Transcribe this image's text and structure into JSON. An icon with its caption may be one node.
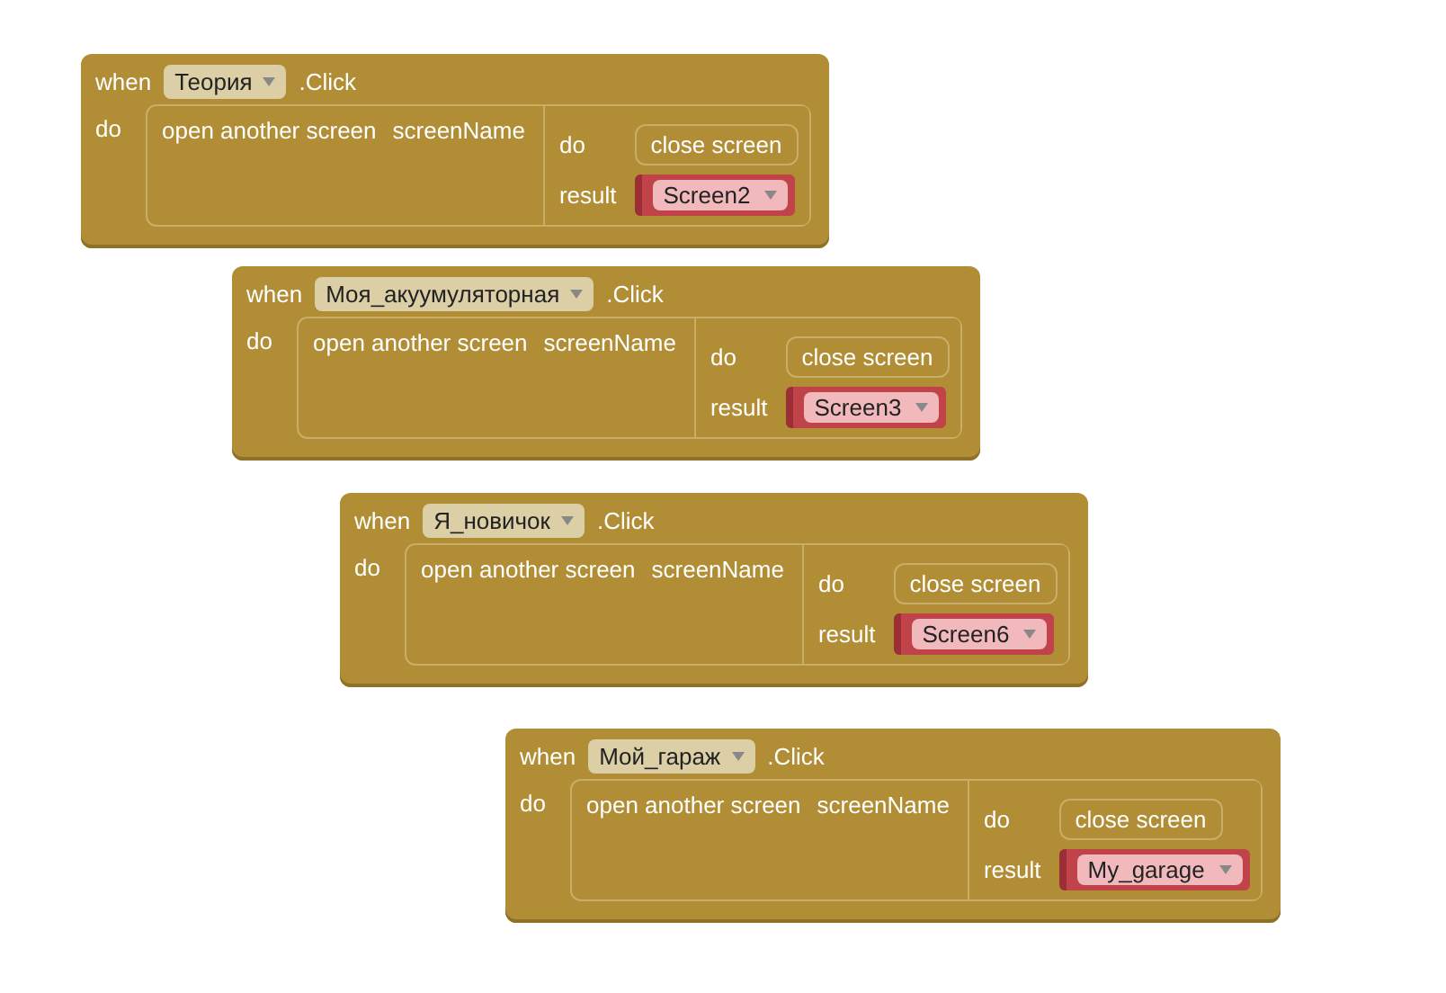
{
  "diagram": {
    "nodes": [
      {
        "text": [
          "when",
          ".Click",
          "do"
        ]
      },
      {
        "text": [
          "Теория"
        ],
        "in": 0
      },
      {
        "text": [
          "open another screen",
          "screenName"
        ],
        "in": 0
      },
      {
        "text": [
          "do",
          "result"
        ],
        "in": 2
      },
      {
        "text": [
          "close screen"
        ],
        "in": 3
      },
      {
        "text": [
          "Screen2"
        ],
        "in": 3
      },
      {
        "text": [
          "when",
          ".Click",
          "do"
        ]
      },
      {
        "text": [
          "Моя_акуумуляторная"
        ],
        "in": 6
      },
      {
        "text": [
          "open another screen",
          "screenName"
        ],
        "in": 6
      },
      {
        "text": [
          "do",
          "result"
        ],
        "in": 8
      },
      {
        "text": [
          "close screen"
        ],
        "in": 9
      },
      {
        "text": [
          "Screen3"
        ],
        "in": 9
      },
      {
        "text": [
          "when",
          ".Click",
          "do"
        ]
      },
      {
        "text": [
          "Я_новичок"
        ],
        "in": 12
      },
      {
        "text": [
          "open another screen",
          "screenName"
        ],
        "in": 12
      },
      {
        "text": [
          "do",
          "result"
        ],
        "in": 14
      },
      {
        "text": [
          "close screen"
        ],
        "in": 15
      },
      {
        "text": [
          "Screen6"
        ],
        "in": 15
      },
      {
        "text": [
          "when",
          ".Click",
          "do"
        ]
      },
      {
        "text": [
          "Мой_гараж"
        ],
        "in": 18
      },
      {
        "text": [
          "open another screen",
          "screenName"
        ],
        "in": 18
      },
      {
        "text": [
          "do",
          "result"
        ],
        "in": 20
      },
      {
        "text": [
          "close screen"
        ],
        "in": 21
      },
      {
        "text": [
          "My_garage"
        ],
        "in": 21
      }
    ]
  }
}
